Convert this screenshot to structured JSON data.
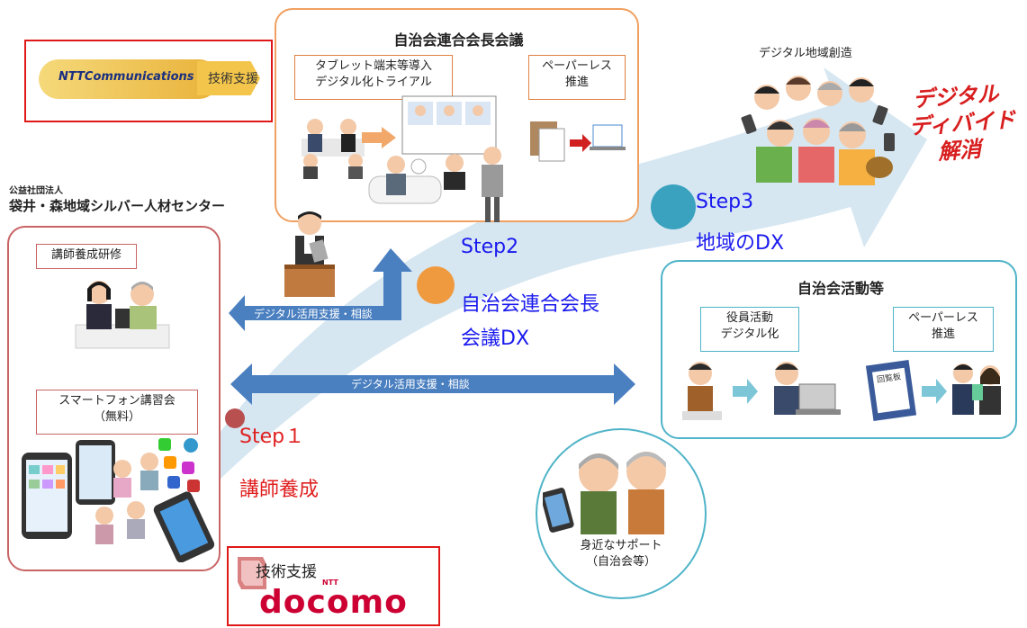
{
  "flow": {
    "step1": {
      "title": "Step１",
      "subtitle": "講師養成",
      "color": "#e02020"
    },
    "step2": {
      "title": "Step2",
      "subtitle_line1": "自治会連合会長",
      "subtitle_line2": "会議DX",
      "color": "#1a1aee"
    },
    "step3": {
      "title": "Step3",
      "subtitle": "地域のDX",
      "color": "#1a1aee"
    }
  },
  "ntt": {
    "brand": "NTTCommunications",
    "support": "技術支援"
  },
  "docomo": {
    "support": "技術支援",
    "ntt_small": "NTT",
    "brand": "docomo"
  },
  "org": {
    "type": "公益社団法人",
    "name": "袋井・森地域シルバー人材センター"
  },
  "meeting": {
    "title": "自治会連合会長会議",
    "tablet_line1": "タブレット端末等導入",
    "tablet_line2": "デジタル化トライアル",
    "paperless_line1": "ペーパーレス",
    "paperless_line2": "推進"
  },
  "training": {
    "instructor": "講師養成研修",
    "smartphone_line1": "スマートフォン講習会",
    "smartphone_line2": "（無料）"
  },
  "arrows": {
    "support_short": "デジタル活用支援・相談",
    "support_long": "デジタル活用支援・相談"
  },
  "activities": {
    "title": "自治会活動等",
    "officer_line1": "役員活動",
    "officer_line2": "デジタル化",
    "paperless_line1": "ペーパーレス",
    "paperless_line2": "推進",
    "board_label": "回覧板"
  },
  "community": {
    "title": "デジタル地域創造"
  },
  "divide": {
    "line1": "デジタル",
    "line2": "ディバイド",
    "line3": "解消",
    "color": "#d81e1e"
  },
  "support": {
    "line1": "身近なサポート",
    "line2": "（自治会等）"
  },
  "colors": {
    "orange_box": "#f0a060",
    "red_box": "#c86464",
    "teal_box": "#4fb4c8",
    "blue_arrow": "#4a7fc0"
  }
}
